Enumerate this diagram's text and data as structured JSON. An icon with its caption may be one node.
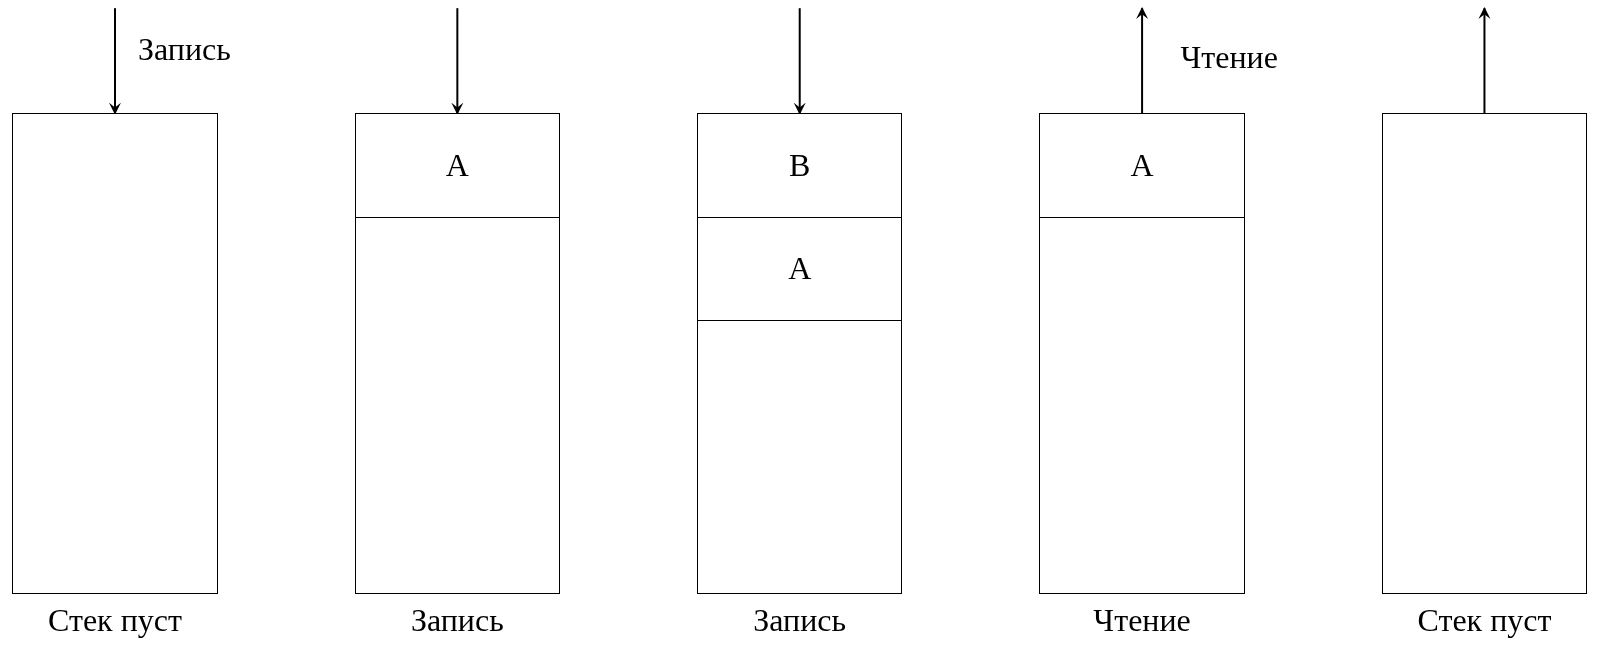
{
  "diagram": {
    "nodes": [
      {
        "text": [],
        "shape": "box",
        "beside": [
          "Стек пуст"
        ]
      },
      {
        "text": [],
        "shape": "box",
        "beside": [
          "Запись"
        ]
      },
      {
        "text": [
          "A"
        ],
        "in": 1
      },
      {
        "text": [],
        "shape": "box",
        "beside": [
          "Запись"
        ]
      },
      {
        "text": [
          "B"
        ],
        "in": 3
      },
      {
        "text": [
          "A"
        ],
        "in": 3
      },
      {
        "text": [],
        "shape": "box",
        "beside": [
          "Чтение"
        ]
      },
      {
        "text": [
          "A"
        ],
        "in": 6
      },
      {
        "text": [],
        "shape": "box",
        "beside": [
          "Стек пуст"
        ]
      }
    ],
    "edges": [
      {
        "from": null,
        "to": 0,
        "arrow": "to",
        "label": "Запись"
      },
      {
        "from": null,
        "to": 1,
        "arrow": "to"
      },
      {
        "from": null,
        "to": 3,
        "arrow": "to"
      },
      {
        "from": 6,
        "to": null,
        "arrow": "to",
        "label": "Чтение"
      },
      {
        "from": 8,
        "to": null,
        "arrow": "to"
      }
    ]
  }
}
